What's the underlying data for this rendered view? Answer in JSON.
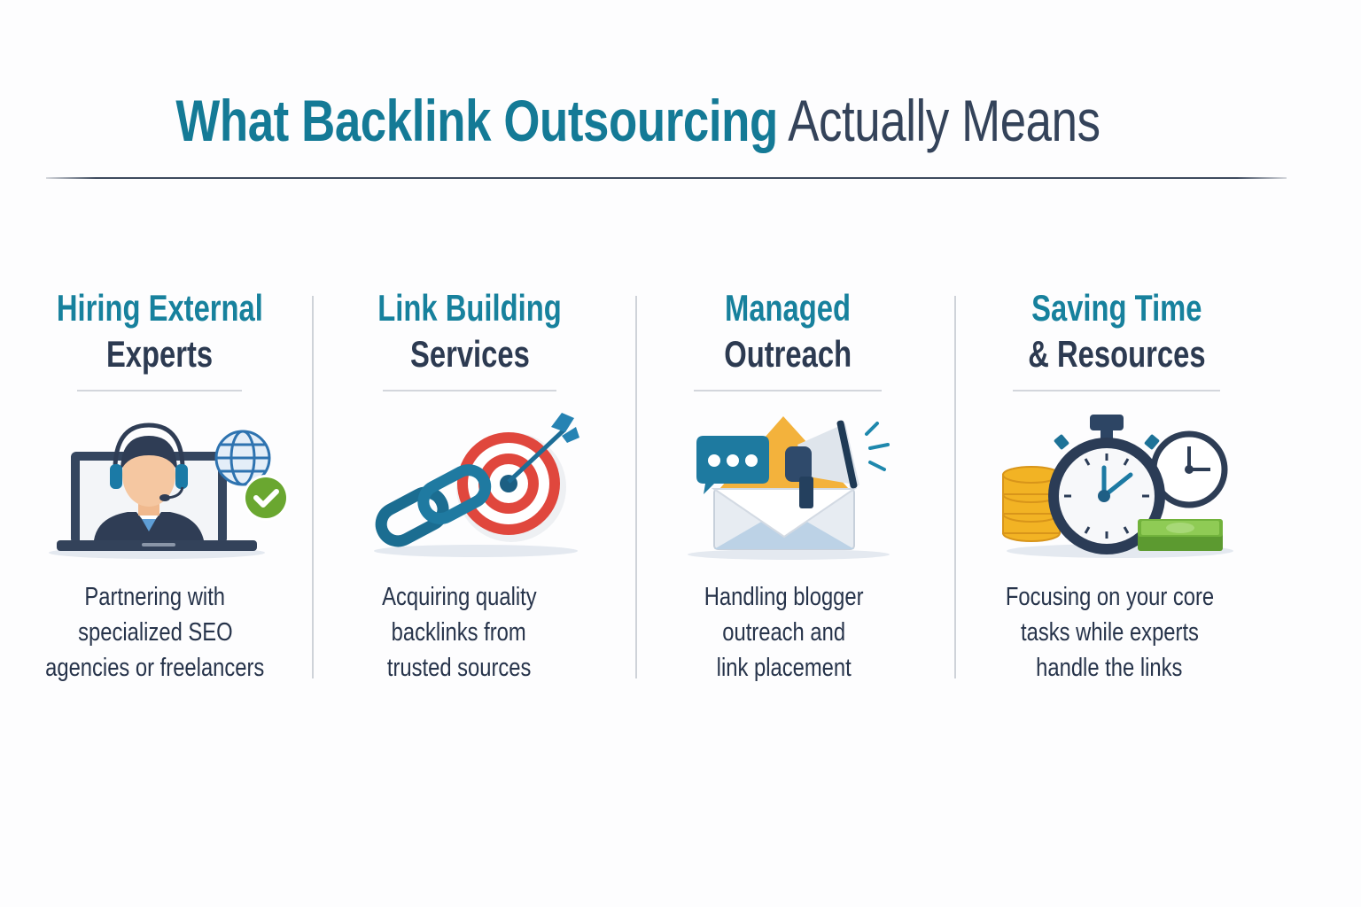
{
  "title": {
    "accent": "What Backlink Outsourcing",
    "rest": "Actually Means"
  },
  "colors": {
    "accent": "#147a96",
    "dark": "#2c3a51",
    "red": "#e0473d",
    "green": "#6aa730",
    "gold": "#f2b324"
  },
  "columns": [
    {
      "heading_line1": "Hiring External",
      "heading_line2": "Experts",
      "icon": "support-agent-laptop-icon",
      "desc_line1": "Partnering with",
      "desc_line2": "specialized SEO",
      "desc_line3": "agencies or freelancers"
    },
    {
      "heading_line1": "Link Building",
      "heading_line2": "Services",
      "icon": "chain-link-target-icon",
      "desc_line1": "Acquiring quality",
      "desc_line2": "backlinks from",
      "desc_line3": "trusted sources"
    },
    {
      "heading_line1": "Managed",
      "heading_line2": "Outreach",
      "icon": "envelope-megaphone-icon",
      "desc_line1": "Handling blogger",
      "desc_line2": "outreach and",
      "desc_line3": "link placement"
    },
    {
      "heading_line1": "Saving Time",
      "heading_line2": "& Resources",
      "icon": "stopwatch-money-icon",
      "desc_line1": "Focusing on your core",
      "desc_line2": "tasks while experts",
      "desc_line3": "handle the links"
    }
  ]
}
